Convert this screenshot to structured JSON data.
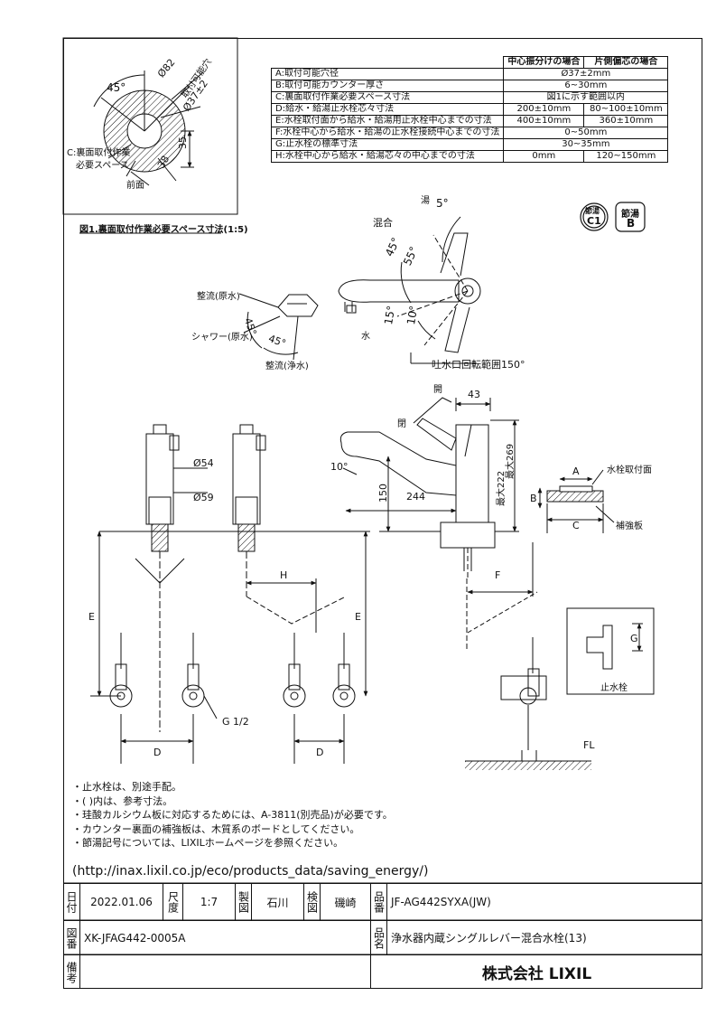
{
  "cutout": {
    "angle_45": "45°",
    "dia_82": "Ø82",
    "mount_hole": "取付可能穴",
    "dia_37": "Ø37±2",
    "dim_35": "35",
    "dim_38": "38",
    "label_c_line1": "C:裏面取付作業",
    "label_c_line2": "必要スペース",
    "front": "前面",
    "caption": "図1.裏面取付作業必要スペース寸法(1:5)"
  },
  "spec_table": {
    "head_center": "中心振分けの場合",
    "head_offset": "片側偏芯の場合",
    "rows": [
      {
        "label": "A:取付可能穴径",
        "v1": "Ø37±2mm",
        "v2": ""
      },
      {
        "label": "B:取付可能カウンター厚さ",
        "v1": "6~30mm",
        "v2": ""
      },
      {
        "label": "C:裏面取付作業必要スペース寸法",
        "v1": "図1に示す範囲以内",
        "v2": ""
      },
      {
        "label": "D:給水・給湯止水栓芯々寸法",
        "v1": "200±10mm",
        "v2": "80~100±10mm"
      },
      {
        "label": "E:水栓取付面から給水・給湯用止水栓中心までの寸法",
        "v1": "400±10mm",
        "v2": "360±10mm"
      },
      {
        "label": "F:水栓中心から給水・給湯の止水栓接続中心までの寸法",
        "v1": "0~50mm",
        "v2": ""
      },
      {
        "label": "G:止水栓の標準寸法",
        "v1": "30~35mm",
        "v2": ""
      },
      {
        "label": "H:水栓中心から給水・給湯芯々の中心までの寸法",
        "v1": "0mm",
        "v2": "120~150mm"
      }
    ]
  },
  "badges": {
    "badge1_top": "節湯",
    "badge1_bottom": "C1",
    "badge2_top": "節湯",
    "badge2_bottom": "B"
  },
  "spout": {
    "hot": "湯",
    "deg5": "5°",
    "mix": "混合",
    "deg45": "45°",
    "deg55": "55°",
    "cold": "水",
    "deg15": "15°",
    "deg10": "10°",
    "rotation": "吐水口回転範囲150°",
    "flow_raw": "整流(原水)",
    "shower_raw": "シャワー(原水)",
    "flow_pure": "整流(浄水)",
    "deg45a": "45°",
    "deg45b": "45°"
  },
  "elevation": {
    "open": "開",
    "close": "閉",
    "dim_43": "43",
    "dim_10deg": "10°",
    "dim_150": "150",
    "dim_244": "244",
    "dim_269": "最大269",
    "dim_222": "最大222",
    "label_A": "A",
    "label_B": "B",
    "label_C": "C",
    "mount_face": "水栓取付面",
    "reinforce": "補強板",
    "dia54": "Ø54",
    "dia59": "Ø59",
    "label_E1": "E",
    "label_E2": "E",
    "label_H": "H",
    "label_F": "F",
    "label_G": "G",
    "g12": "G 1/2",
    "label_D1": "D",
    "label_D2": "D",
    "stop_valve": "止水栓",
    "fl": "FL"
  },
  "notes": [
    "・止水栓は、別途手配。",
    "・( )内は、参考寸法。",
    "・珪酸カルシウム板に対応するためには、A-3811(別売品)が必要です。",
    "・カウンター裏面の補強板は、木質系のボードとしてください。",
    "・節湯記号については、LIXILホームページを参照ください。"
  ],
  "url": "(http://inax.lixil.co.jp/eco/products_data/saving_energy/)",
  "title_block": {
    "date_label": "日付",
    "date": "2022.01.06",
    "scale_label": "尺度",
    "scale": "1:7",
    "drawn_label": "製図",
    "drawn": "石川",
    "checked_label": "検図",
    "checked": "磯崎",
    "part_label": "品番",
    "part_no": "JF-AG442SYXA(JW)",
    "drawing_label": "図番",
    "drawing_no": "XK-JFAG442-0005A",
    "name_label": "品名",
    "product_name": "浄水器内蔵シングルレバー混合水栓(13)",
    "remarks_label": "備考",
    "company": "株式会社 LIXIL"
  },
  "colors": {
    "line": "#111111",
    "hatch": "#111111",
    "paper": "#ffffff"
  }
}
